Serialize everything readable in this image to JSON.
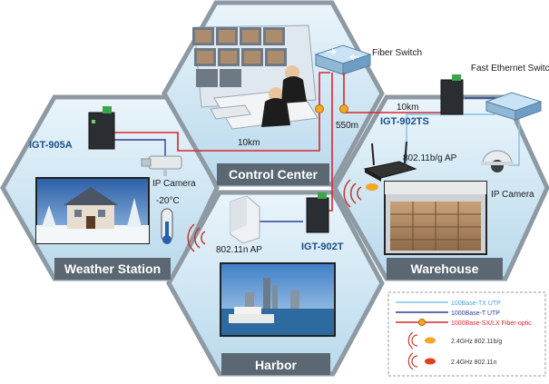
{
  "zones": {
    "control_center": "Control Center",
    "weather_station": "Weather Station",
    "warehouse": "Warehouse",
    "harbor": "Harbor"
  },
  "devices": {
    "fiber_switch": "Fiber Switch",
    "fast_ethernet_switch": "Fast Ethernet Switch",
    "igt_905a": "IGT-905A",
    "igt_902ts": "IGT-902TS",
    "igt_902t": "IGT-902T"
  },
  "labels": {
    "ip_camera_weather": "IP Camera",
    "ip_camera_warehouse": "IP Camera",
    "ap_warehouse": "802.11b/g AP",
    "ap_harbor": "802.11n AP",
    "temperature": "-20°C",
    "dist_10km_left": "10km",
    "dist_10km_right": "10km",
    "dist_550m": "550m"
  },
  "legend": {
    "items": [
      {
        "label": "100Base-TX UTP",
        "color": "#7fc3e8"
      },
      {
        "label": "1000Base-T UTP",
        "color": "#2b3f9c"
      },
      {
        "label": "1000Base-SX/LX Fiber-optic",
        "color": "#d9262e"
      },
      {
        "label": "2.4GHz 802.11b/g",
        "color": "#f0a020"
      },
      {
        "label": "2.4GHz 802.11n",
        "color": "#e04020"
      }
    ]
  },
  "colors": {
    "hex_fill": "#cde5f2",
    "hex_border": "#8e9aa3",
    "bar_fill": "#5b6772",
    "fiber": "#d9262e",
    "utp_gigabit": "#2b3f9c",
    "utp_fast": "#7fc3e8"
  }
}
